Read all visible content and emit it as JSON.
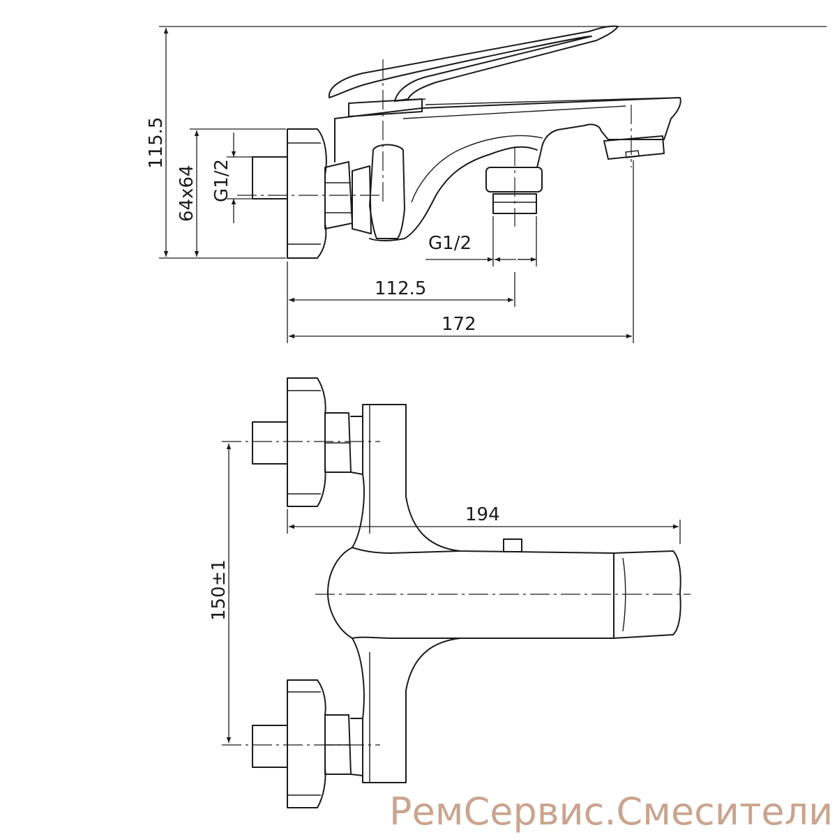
{
  "dimensions": {
    "height_total": "115.5",
    "flange": "64x64",
    "inlet_thread": "G1/2",
    "outlet_thread": "G1/2",
    "to_outlet": "112.5",
    "overall_depth": "172",
    "overall_width": "194",
    "inlet_spacing": "150±1"
  },
  "watermark": "РемСервис.Смесители",
  "colors": {
    "line": "#1a1a1a",
    "watermark": "#c9a48e"
  }
}
